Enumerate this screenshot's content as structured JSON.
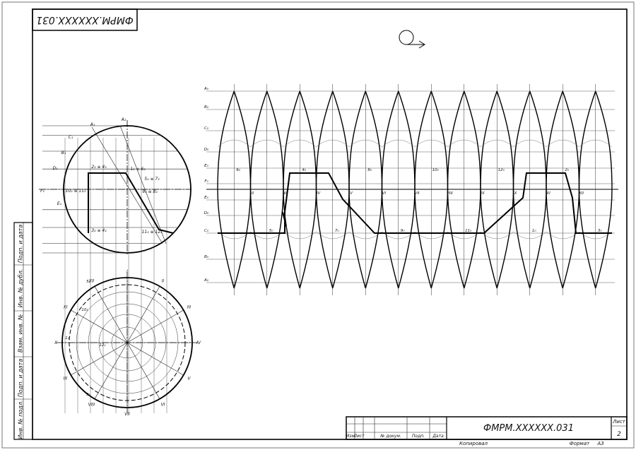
{
  "doc_code_top": "ФМРМ.XXXXXX.031",
  "doc_code": "ФМРМ.XXXXXX.031",
  "sheet_label": "Лист",
  "sheet_number": "2",
  "copied_label": "Копировал",
  "format_label": "Формат",
  "format_value": "A3",
  "title_block_headers": [
    "Изм",
    "Лист",
    "№ докум.",
    "Подп.",
    "Дата"
  ],
  "left_strip_labels": [
    "Подп. и дата",
    "Инв. № дубл.",
    "Взам. инв. №",
    "Подп. и дата",
    "Инв. № подл."
  ],
  "roman_top": [
    "II",
    "III",
    "IV",
    "V",
    "VI",
    "VII",
    "VIII",
    "IX",
    "X",
    "XI",
    "XII"
  ],
  "roman_circle": [
    "I",
    "II",
    "III",
    "IV",
    "V",
    "VI",
    "VII",
    "VIII",
    "IX",
    "X",
    "XI",
    "XII"
  ],
  "gore_labels": [
    "A₀",
    "B₀",
    "C₀",
    "D₀",
    "E₀",
    "F₀",
    "E₀",
    "D₀",
    "C₀",
    "B₀",
    "A₀"
  ],
  "sphere_labels": [
    "A₁",
    "A₂",
    "B₁",
    "C₁",
    "D₁",
    "E₁",
    "F₁",
    "1₂ ≡ 6₂",
    "5₂ ≡ 7₂",
    "10₂ ≡ 11₂",
    "9₂ ≡ 8₂",
    "11₂ ≡ 12₂",
    "2₂ ≡ 4₂",
    "3₂ ≡ 4₂"
  ],
  "plan_labels": [
    "III",
    "IV",
    "V",
    "VI",
    "VII",
    "VIII",
    "IX",
    "X",
    "XI",
    "XII",
    "I",
    "II",
    "5₁",
    "10₁",
    "12₁",
    "1₁",
    "3₁"
  ],
  "gore_point_labels": [
    "6₀",
    "5₀",
    "4₀",
    "7₀",
    "8₀",
    "9₀",
    "10₀",
    "11₀",
    "12₀",
    "1₀",
    "2₀",
    "3₀"
  ],
  "gore_count": 12
}
